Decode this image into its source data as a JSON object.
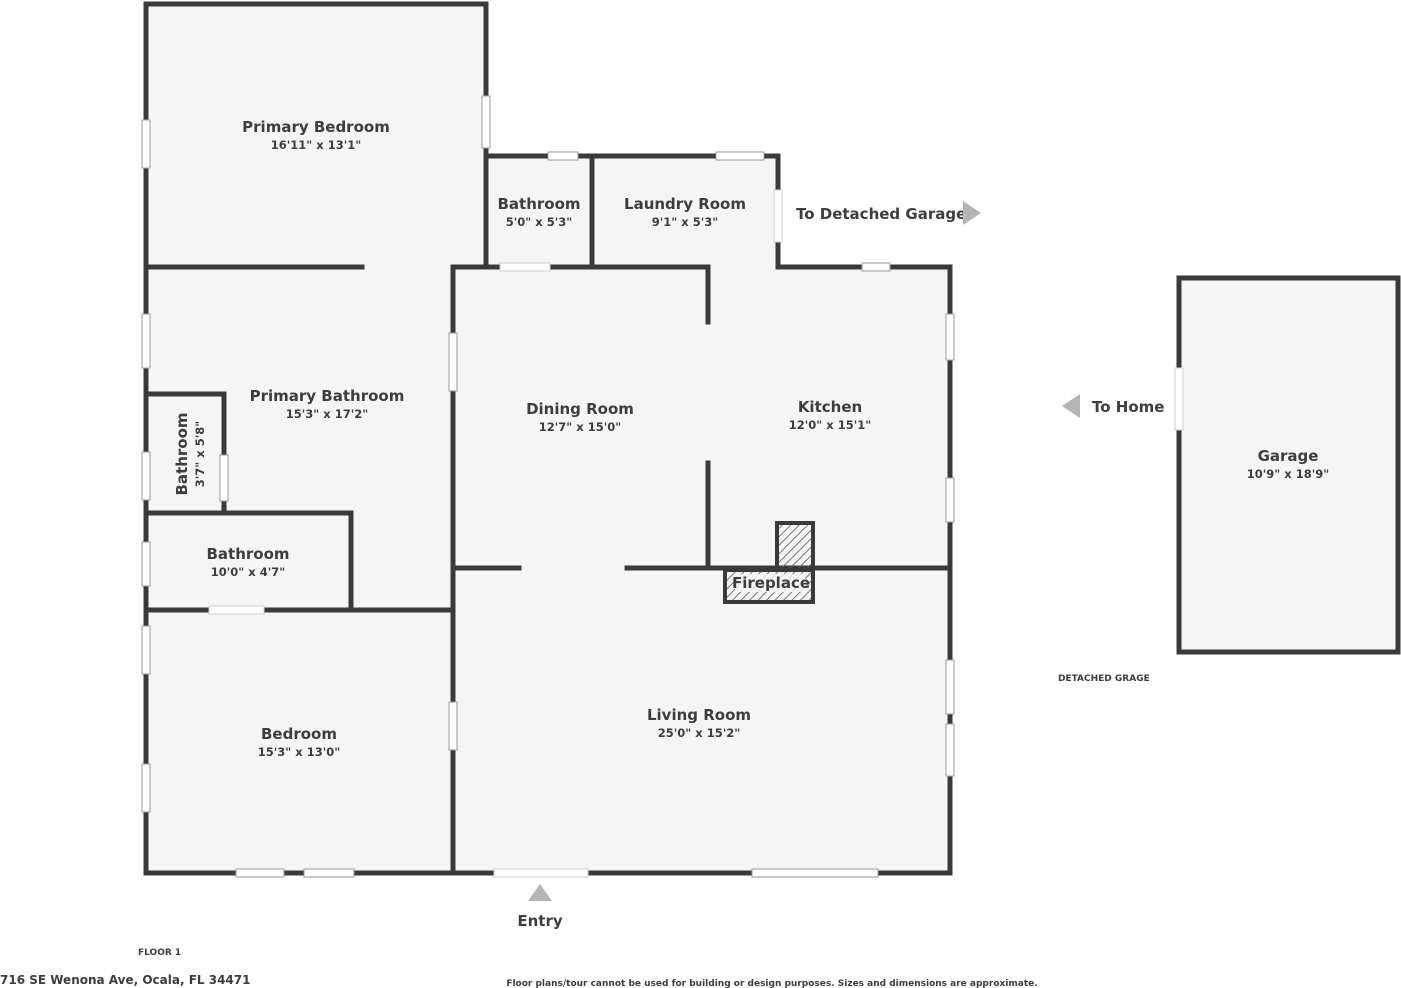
{
  "rooms": {
    "primary_bedroom": {
      "name": "Primary Bedroom",
      "dim": "16'11\" x 13'1\""
    },
    "bathroom_top": {
      "name": "Bathroom",
      "dim": "5'0\" x 5'3\""
    },
    "laundry_room": {
      "name": "Laundry Room",
      "dim": "9'1\" x 5'3\""
    },
    "primary_bathroom": {
      "name": "Primary Bathroom",
      "dim": "15'3\" x 17'2\""
    },
    "bathroom_small": {
      "name": "Bathroom",
      "dim": "3'7\" x 5'8\""
    },
    "bathroom_mid": {
      "name": "Bathroom",
      "dim": "10'0\" x 4'7\""
    },
    "bedroom": {
      "name": "Bedroom",
      "dim": "15'3\" x 13'0\""
    },
    "dining_room": {
      "name": "Dining Room",
      "dim": "12'7\" x 15'0\""
    },
    "kitchen": {
      "name": "Kitchen",
      "dim": "12'0\" x 15'1\""
    },
    "living_room": {
      "name": "Living Room",
      "dim": "25'0\" x 15'2\""
    },
    "garage": {
      "name": "Garage",
      "dim": "10'9\" x 18'9\""
    }
  },
  "labels": {
    "fireplace": "Fireplace",
    "to_detached_garage": "To Detached Garage",
    "to_home": "To Home",
    "entry": "Entry",
    "detached_garage_caption": "DETACHED GRAGE",
    "floor": "FLOOR 1",
    "address": "716 SE Wenona Ave, Ocala, FL 34471",
    "disclaimer": "Floor plans/tour cannot be used for building or design purposes. Sizes and dimensions are approximate."
  },
  "colors": {
    "wall": "#3a3a3a",
    "floor": "#f5f5f5",
    "text": "#3d3d3d",
    "arrow": "#b5b5b5"
  }
}
